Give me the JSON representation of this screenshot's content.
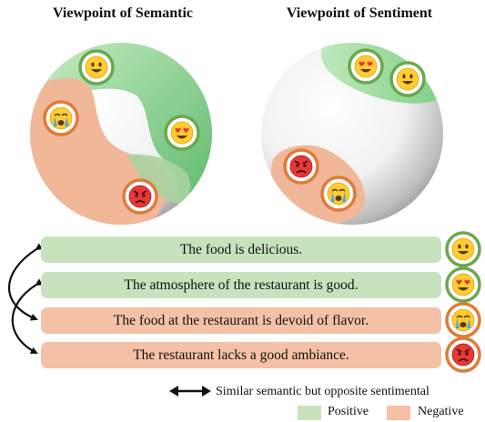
{
  "titles": {
    "semantic": "Viewpoint of Semantic",
    "sentiment": "Viewpoint of Sentiment"
  },
  "sentences": [
    {
      "text": "The food is delicious.",
      "sentiment": "positive",
      "emoji": "smile"
    },
    {
      "text": "The atmosphere of the restaurant is good.",
      "sentiment": "positive",
      "emoji": "heart-eyes"
    },
    {
      "text": "The food at the restaurant is devoid of flavor.",
      "sentiment": "negative",
      "emoji": "crying"
    },
    {
      "text": "The restaurant lacks a good ambiance.",
      "sentiment": "negative",
      "emoji": "angry"
    }
  ],
  "legend": {
    "arrow_text": "Similar semantic but opposite sentimental",
    "positive": "Positive",
    "negative": "Negative"
  },
  "colors": {
    "positive_fill": "#c6e3bd",
    "negative_fill": "#f5c1a6",
    "positive_ring": "#6aa84f",
    "negative_ring": "#e07b39"
  }
}
